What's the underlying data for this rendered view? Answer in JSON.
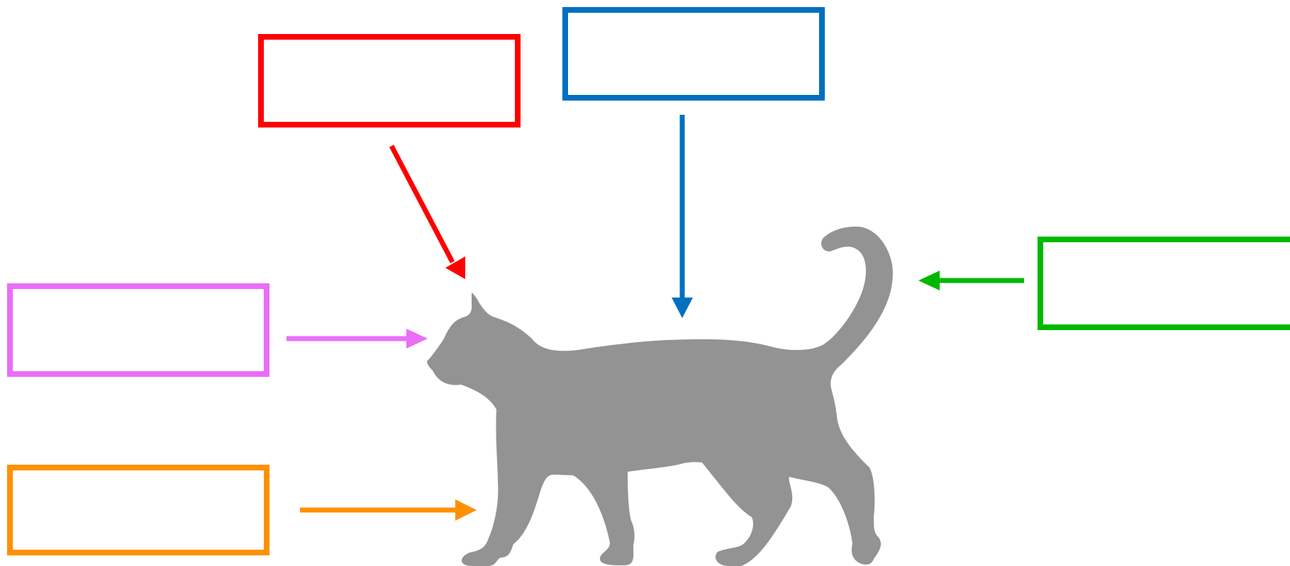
{
  "figure": {
    "silhouette": "cat-silhouette",
    "silhouette_color": "#939393"
  },
  "callouts": [
    {
      "id": "red",
      "color": "#ff0000",
      "label": "",
      "arrow_direction": "down-right"
    },
    {
      "id": "blue",
      "color": "#0070c0",
      "label": "",
      "arrow_direction": "down"
    },
    {
      "id": "green",
      "color": "#00b800",
      "label": "",
      "arrow_direction": "left"
    },
    {
      "id": "pink",
      "color": "#ea6ef7",
      "label": "",
      "arrow_direction": "right"
    },
    {
      "id": "orange",
      "color": "#ff9000",
      "label": "",
      "arrow_direction": "right"
    }
  ]
}
